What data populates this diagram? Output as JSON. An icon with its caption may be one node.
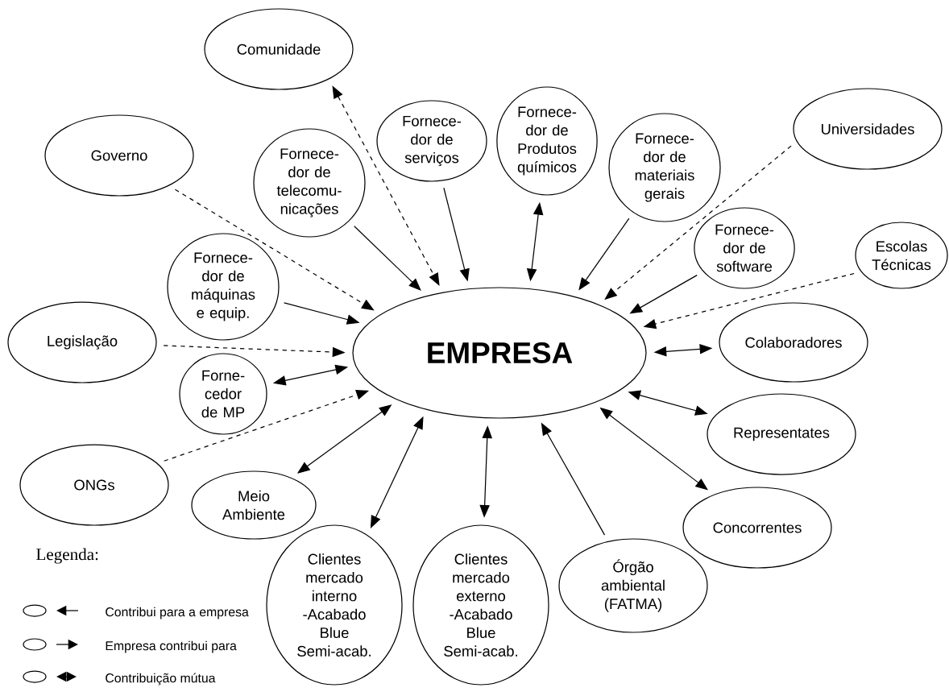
{
  "diagram": {
    "nodes": [
      {
        "text": [
          "EMPRESA"
        ]
      },
      {
        "text": [
          "Comunidade"
        ]
      },
      {
        "text": [
          "Governo"
        ]
      },
      {
        "text": [
          "Fornece- dor de telecomu- nicações"
        ]
      },
      {
        "text": [
          "Fornece- dor de serviços"
        ]
      },
      {
        "text": [
          "Fornece- dor de Produtos químicos"
        ]
      },
      {
        "text": [
          "Fornece- dor de materiais gerais"
        ]
      },
      {
        "text": [
          "Universidades"
        ]
      },
      {
        "text": [
          "Fornece- dor de software"
        ]
      },
      {
        "text": [
          "Escolas Técnicas"
        ]
      },
      {
        "text": [
          "Fornece- dor de máquinas e equip."
        ]
      },
      {
        "text": [
          "Legislação"
        ]
      },
      {
        "text": [
          "Colaboradores"
        ]
      },
      {
        "text": [
          "Forne- cedor de MP"
        ]
      },
      {
        "text": [
          "Representates"
        ]
      },
      {
        "text": [
          "ONGs"
        ]
      },
      {
        "text": [
          "Meio Ambiente"
        ]
      },
      {
        "text": [
          "Concorrentes"
        ]
      },
      {
        "text": [
          "Clientes mercado interno -Acabado Blue Semi-acab."
        ]
      },
      {
        "text": [
          "Clientes mercado externo -Acabado Blue Semi-acab."
        ]
      },
      {
        "text": [
          "Órgão ambiental (FATMA)"
        ]
      }
    ],
    "edges": [
      {
        "from": 1,
        "to": 0,
        "arrow": "both",
        "style": "dashed"
      },
      {
        "from": 2,
        "to": 0,
        "arrow": "to",
        "style": "dashed"
      },
      {
        "from": 3,
        "to": 0,
        "arrow": "to"
      },
      {
        "from": 4,
        "to": 0,
        "arrow": "to"
      },
      {
        "from": 5,
        "to": 0,
        "arrow": "both"
      },
      {
        "from": 6,
        "to": 0,
        "arrow": "to"
      },
      {
        "from": 7,
        "to": 0,
        "arrow": "to",
        "style": "dashed"
      },
      {
        "from": 8,
        "to": 0,
        "arrow": "to"
      },
      {
        "from": 9,
        "to": 0,
        "arrow": "to",
        "style": "dashed"
      },
      {
        "from": 10,
        "to": 0,
        "arrow": "to"
      },
      {
        "from": 11,
        "to": 0,
        "arrow": "to",
        "style": "dashed"
      },
      {
        "from": 12,
        "to": 0,
        "arrow": "both"
      },
      {
        "from": 13,
        "to": 0,
        "arrow": "both"
      },
      {
        "from": 14,
        "to": 0,
        "arrow": "both"
      },
      {
        "from": 15,
        "to": 0,
        "arrow": "to",
        "style": "dashed"
      },
      {
        "from": 16,
        "to": 0,
        "arrow": "both"
      },
      {
        "from": 17,
        "to": 0,
        "arrow": "both"
      },
      {
        "from": 18,
        "to": 0,
        "arrow": "both"
      },
      {
        "from": 19,
        "to": 0,
        "arrow": "both"
      },
      {
        "from": 20,
        "to": 0,
        "arrow": "to"
      }
    ],
    "labels": [
      "Legenda:"
    ],
    "legend": [
      {
        "text": "Contribui para a empresa"
      },
      {
        "text": "Empresa contribui para"
      },
      {
        "text": "Contribuição mútua"
      }
    ]
  }
}
